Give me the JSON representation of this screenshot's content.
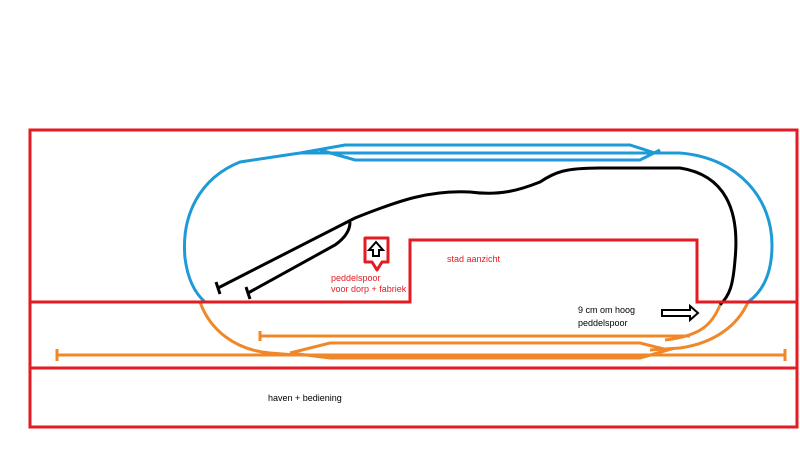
{
  "labels": {
    "peddelspoor_line1": "peddelspoor",
    "peddelspoor_line2": "voor dorp + fabriek",
    "stad_aanzicht": "stad aanzicht",
    "hoog_line1": "9 cm om hoog",
    "hoog_line2": "peddelspoor",
    "haven": "haven + bediening"
  },
  "colors": {
    "board": "#e31b23",
    "upper_loop": "#1e9bd7",
    "lower_loop": "#f0882a",
    "black_track": "#000000",
    "label_red": "#e31b23",
    "label_black": "#000000"
  },
  "icons": {
    "up_arrow": "arrow-up-icon",
    "right_arrow": "arrow-right-icon"
  }
}
